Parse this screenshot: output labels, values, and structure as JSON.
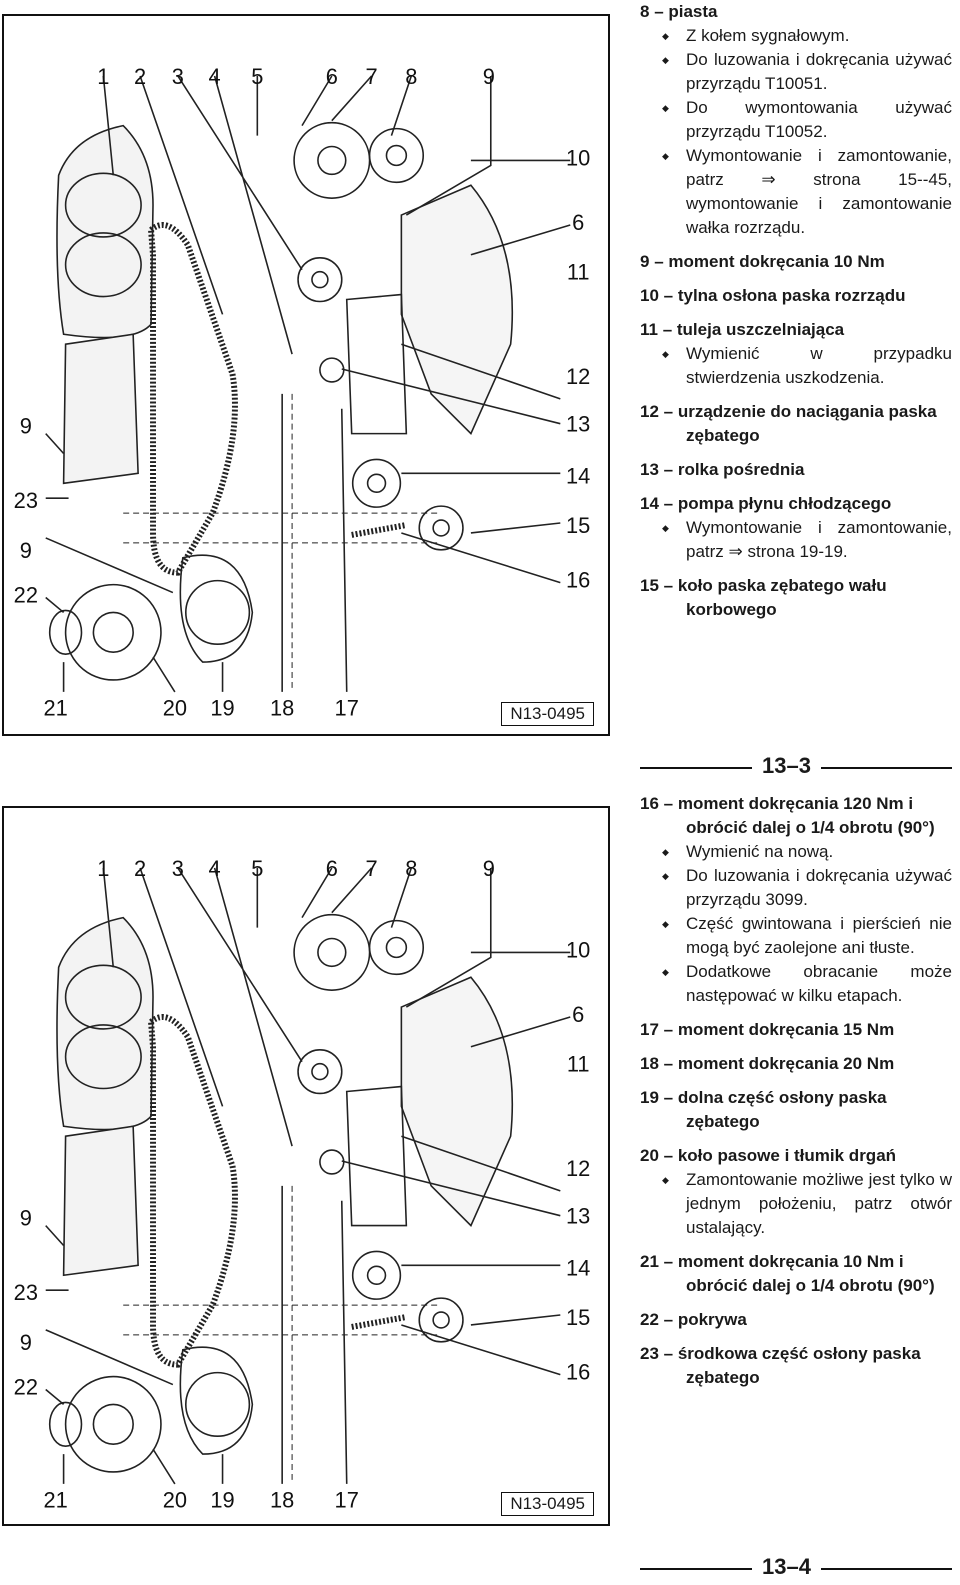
{
  "figure": {
    "code": "N13-0495",
    "top_labels": [
      "1",
      "2",
      "3",
      "4",
      "5",
      "6",
      "7",
      "8",
      "9"
    ],
    "right_labels": [
      "10",
      "6",
      "11",
      "12",
      "13",
      "14",
      "15",
      "16"
    ],
    "left_labels": [
      "9",
      "23",
      "9",
      "22"
    ],
    "bottom_labels": [
      "21",
      "20",
      "19",
      "18",
      "17"
    ]
  },
  "page1": {
    "items": [
      {
        "num": "8",
        "title": "piasta",
        "bullets": [
          "Z kołem sygnałowym.",
          "Do luzowania i dokręcania używać przyrządu T10051.",
          "Do wymontowania używać przyrządu T10052.",
          "Wymontowanie i zamontowanie, patrz ⇒ strona 15--45, wymontowanie i zamontowanie wałka rozrządu."
        ]
      },
      {
        "num": "9",
        "title": "moment dokręcania 10 Nm",
        "bullets": []
      },
      {
        "num": "10",
        "title": "tylna osłona paska rozrządu",
        "bullets": []
      },
      {
        "num": "11",
        "title": "tuleja uszczelniająca",
        "bullets": [
          "Wymienić w przypadku stwierdzenia uszkodzenia."
        ]
      },
      {
        "num": "12",
        "title": "urządzenie do naciągania paska zębatego",
        "bullets": []
      },
      {
        "num": "13",
        "title": "rolka pośrednia",
        "bullets": []
      },
      {
        "num": "14",
        "title": "pompa płynu chłodzącego",
        "bullets": [
          "Wymontowanie i zamontowanie, patrz ⇒ strona 19-19."
        ]
      },
      {
        "num": "15",
        "title": "koło paska zębatego wału korbowego",
        "bullets": []
      }
    ],
    "page_number": "13–3"
  },
  "page2": {
    "items": [
      {
        "num": "16",
        "title": "moment dokręcania 120 Nm i obrócić dalej o 1/4 obrotu (90°)",
        "bullets": [
          "Wymienić na nową.",
          "Do luzowania i dokręcania używać przyrządu 3099.",
          "Część gwintowana i pierścień nie mogą być zaolejone ani tłuste.",
          "Dodatkowe obracanie może następować w kilku etapach."
        ]
      },
      {
        "num": "17",
        "title": "moment dokręcania 15 Nm",
        "bullets": []
      },
      {
        "num": "18",
        "title": "moment dokręcania 20 Nm",
        "bullets": []
      },
      {
        "num": "19",
        "title": "dolna część osłony paska zębatego",
        "bullets": []
      },
      {
        "num": "20",
        "title": "koło pasowe i tłumik drgań",
        "bullets": [
          "Zamontowanie możliwe jest tylko w jednym położeniu, patrz otwór ustalający."
        ]
      },
      {
        "num": "21",
        "title": "moment dokręcania 10 Nm i obrócić dalej o 1/4 obrotu (90°)",
        "bullets": []
      },
      {
        "num": "22",
        "title": "pokrywa",
        "bullets": []
      },
      {
        "num": "23",
        "title": "środkowa część osłony paska zębatego",
        "bullets": []
      }
    ],
    "page_number": "13–4"
  }
}
